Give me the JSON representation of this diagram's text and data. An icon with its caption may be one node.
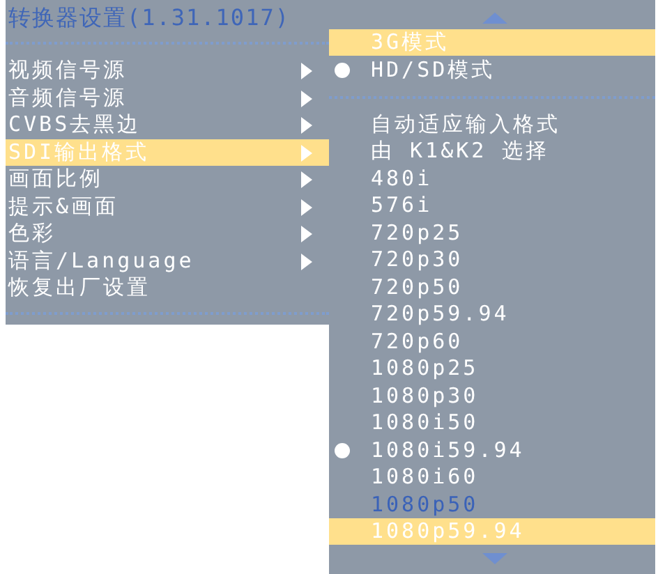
{
  "diagram": {
    "nodes": [
      {
        "text": [
          "转换器设置(1.31.1017)"
        ]
      },
      {
        "text": [
          "视频信号源"
        ],
        "in": 0
      },
      {
        "text": [
          "音频信号源"
        ],
        "in": 0
      },
      {
        "text": [
          "CVBS去黑边"
        ],
        "in": 0
      },
      {
        "text": [
          "SDI输出格式"
        ],
        "in": 0
      },
      {
        "text": [
          "画面比例"
        ],
        "in": 0
      },
      {
        "text": [
          "提示&画面"
        ],
        "in": 0
      },
      {
        "text": [
          "色彩"
        ],
        "in": 0
      },
      {
        "text": [
          "语言/Language"
        ],
        "in": 0
      },
      {
        "text": [
          "恢复出厂设置"
        ],
        "in": 0
      },
      {
        "text": [],
        "shape": "box"
      },
      {
        "text": [
          "3G模式"
        ],
        "in": 10
      },
      {
        "text": [
          "HD/SD模式"
        ],
        "in": 10
      },
      {
        "text": [
          "自动适应输入格式"
        ],
        "in": 10
      },
      {
        "text": [
          "由 K1&K2 选择"
        ],
        "in": 10
      },
      {
        "text": [
          "480i"
        ],
        "in": 10
      },
      {
        "text": [
          "576i"
        ],
        "in": 10
      },
      {
        "text": [
          "720p25"
        ],
        "in": 10
      },
      {
        "text": [
          "720p30"
        ],
        "in": 10
      },
      {
        "text": [
          "720p50"
        ],
        "in": 10
      },
      {
        "text": [
          "720p59.94"
        ],
        "in": 10
      },
      {
        "text": [
          "720p60"
        ],
        "in": 10
      },
      {
        "text": [
          "1080p25"
        ],
        "in": 10
      },
      {
        "text": [
          "1080p30"
        ],
        "in": 10
      },
      {
        "text": [
          "1080i50"
        ],
        "in": 10
      },
      {
        "text": [
          "1080i59.94"
        ],
        "in": 10
      },
      {
        "text": [
          "1080i60"
        ],
        "in": 10
      },
      {
        "text": [
          "1080p50"
        ],
        "in": 10
      },
      {
        "text": [
          "1080p59.94"
        ],
        "in": 10
      }
    ]
  }
}
